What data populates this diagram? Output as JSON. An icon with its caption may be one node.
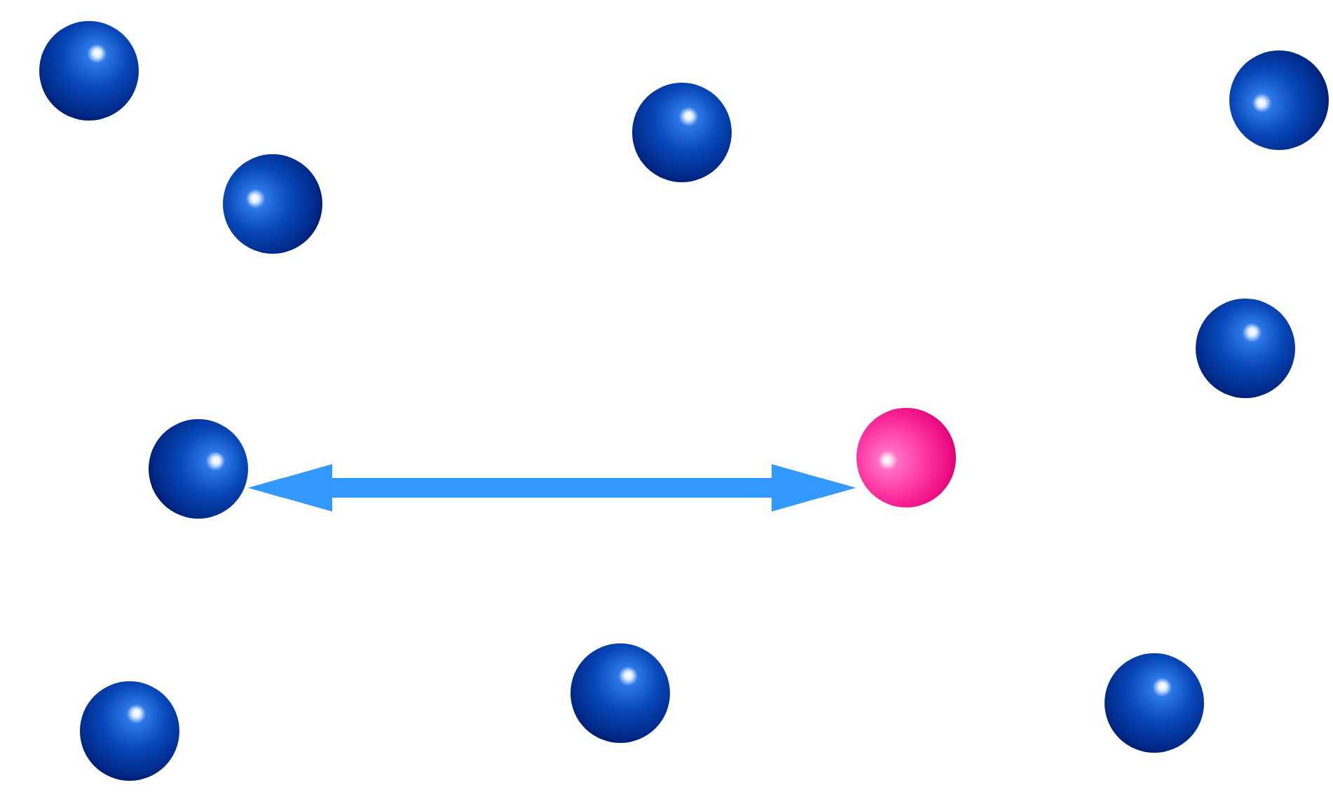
{
  "diagram": {
    "nodes": [
      {
        "text": [],
        "shape": "circle"
      },
      {
        "text": [],
        "shape": "circle"
      },
      {
        "text": [],
        "shape": "circle"
      },
      {
        "text": [],
        "shape": "circle"
      },
      {
        "text": [],
        "shape": "circle"
      },
      {
        "text": [],
        "shape": "circle"
      },
      {
        "text": [],
        "shape": "circle"
      },
      {
        "text": [],
        "shape": "circle"
      },
      {
        "text": [],
        "shape": "circle"
      },
      {
        "text": [],
        "shape": "circle"
      }
    ],
    "edges": [
      {
        "from": 5,
        "to": 6,
        "arrow": "both"
      }
    ]
  }
}
